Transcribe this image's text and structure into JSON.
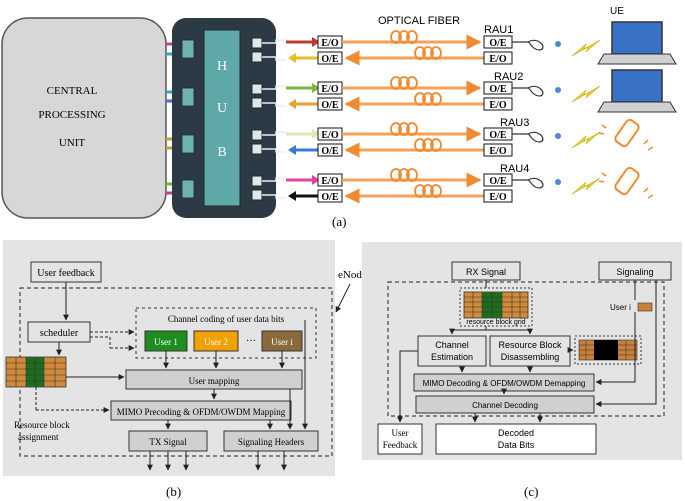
{
  "part_a": {
    "cpu_label": [
      "CENTRAL",
      "PROCESSING",
      "UNIT"
    ],
    "hub_letters": [
      "H",
      "U",
      "B"
    ],
    "optical_fiber": "OPTICAL FIBER",
    "ue": "UE",
    "eo": "E/O",
    "oe": "O/E",
    "rau": [
      "RAU1",
      "RAU2",
      "RAU3",
      "RAU4"
    ],
    "caption": "(a)"
  },
  "part_b": {
    "user_feedback": "User feedback",
    "scheduler": "scheduler",
    "channel_coding": "Channel coding of user data bits",
    "users": [
      "User 1",
      "User 2",
      "User i"
    ],
    "dots": "···",
    "user_mapping": "User mapping",
    "mimo": "MIMO Precoding & OFDM/OWDM  Mapping",
    "rba": [
      "Resource block",
      "assignment"
    ],
    "tx": "TX Signal",
    "sig_headers": "Signaling Headers",
    "caption": "(b)"
  },
  "enodeb": "eNodeB",
  "part_c": {
    "rx": "RX Signal",
    "signaling": "Signaling",
    "grid_label": "resource block grid",
    "user_i": "User i",
    "chan_est": [
      "Channel",
      "Estimation"
    ],
    "rbd": [
      "Resource Block",
      "Disassembling"
    ],
    "mimo_dec": "MIMO Decoding & OFDM/OWDM  Demapping",
    "chan_dec": "Channel Decoding",
    "user_feedback": [
      "User",
      "Feedback"
    ],
    "decoded": [
      "Decoded",
      "Data Bits"
    ],
    "caption": "(c)"
  },
  "colors": {
    "user1": "#1e8c1e",
    "user2": "#f0a000",
    "useri": "#8a6a3a",
    "fiber": "#f4a25a",
    "hub": "#2b3a45",
    "panel": "#e4e4e4"
  }
}
